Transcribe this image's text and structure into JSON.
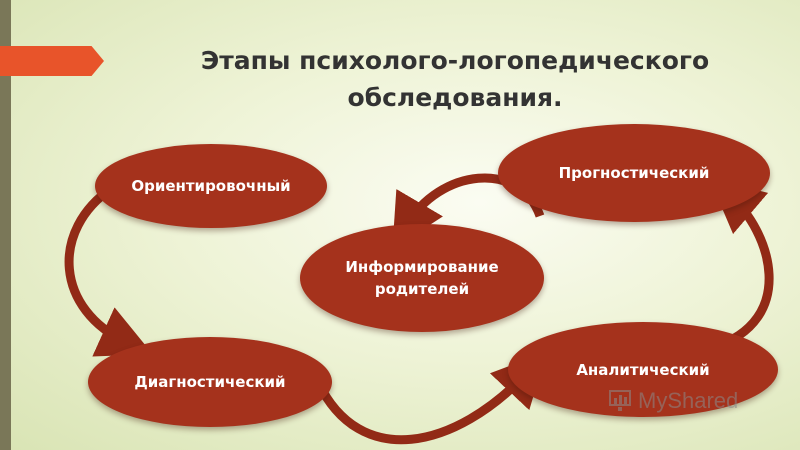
{
  "slide": {
    "title": "Этапы психолого-логопедического обследования.",
    "accent_color": "#e8542a",
    "node_color": "#a5321c",
    "arrow_color": "#922a16"
  },
  "nodes": {
    "orient": "Ориентировочный",
    "diag": "Диагностический",
    "info": "Информирование родителей",
    "anal": "Аналитический",
    "prog": "Прогностический"
  },
  "watermark": {
    "text": "MyShared",
    "icon": "chart-logo-icon"
  }
}
